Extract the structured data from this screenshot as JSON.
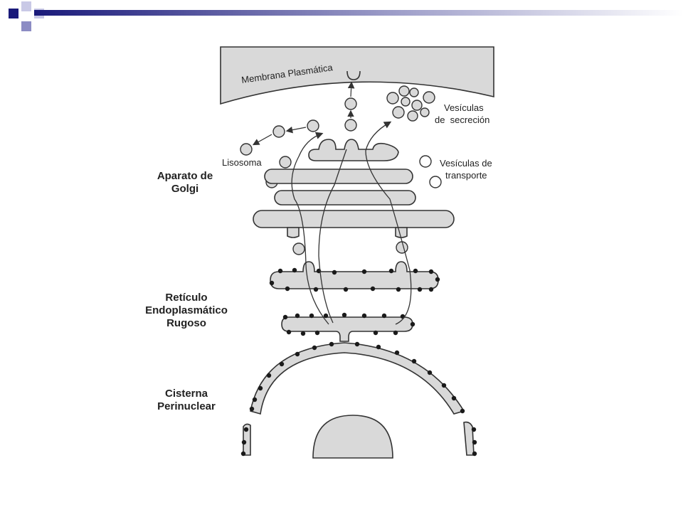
{
  "slide": {
    "decoration": {
      "squares": [
        "#1a1a7a",
        "#c9c9e6",
        "#8c8cc4",
        "#c9c9e6"
      ],
      "bar_gradient": [
        "#1a1a7a",
        "#ffffff"
      ]
    }
  },
  "diagram": {
    "labels": {
      "membrane": "Membrana Plasmática",
      "secretion_vesicles": [
        "Vesículas",
        "de  secreción"
      ],
      "lysosome": "Lisosoma",
      "transport_vesicles": [
        "Vesículas de",
        "transporte"
      ]
    },
    "side_labels": {
      "golgi": [
        "Aparato de",
        "Golgi"
      ],
      "rer": [
        "Retículo",
        "Endoplasmático",
        "Rugoso"
      ],
      "cisterna": [
        "Cisterna",
        "Perinuclear"
      ]
    },
    "colors": {
      "organelle_fill": "#d9d9d9",
      "outline": "#333333",
      "ribosome": "#1a1a1a"
    }
  }
}
